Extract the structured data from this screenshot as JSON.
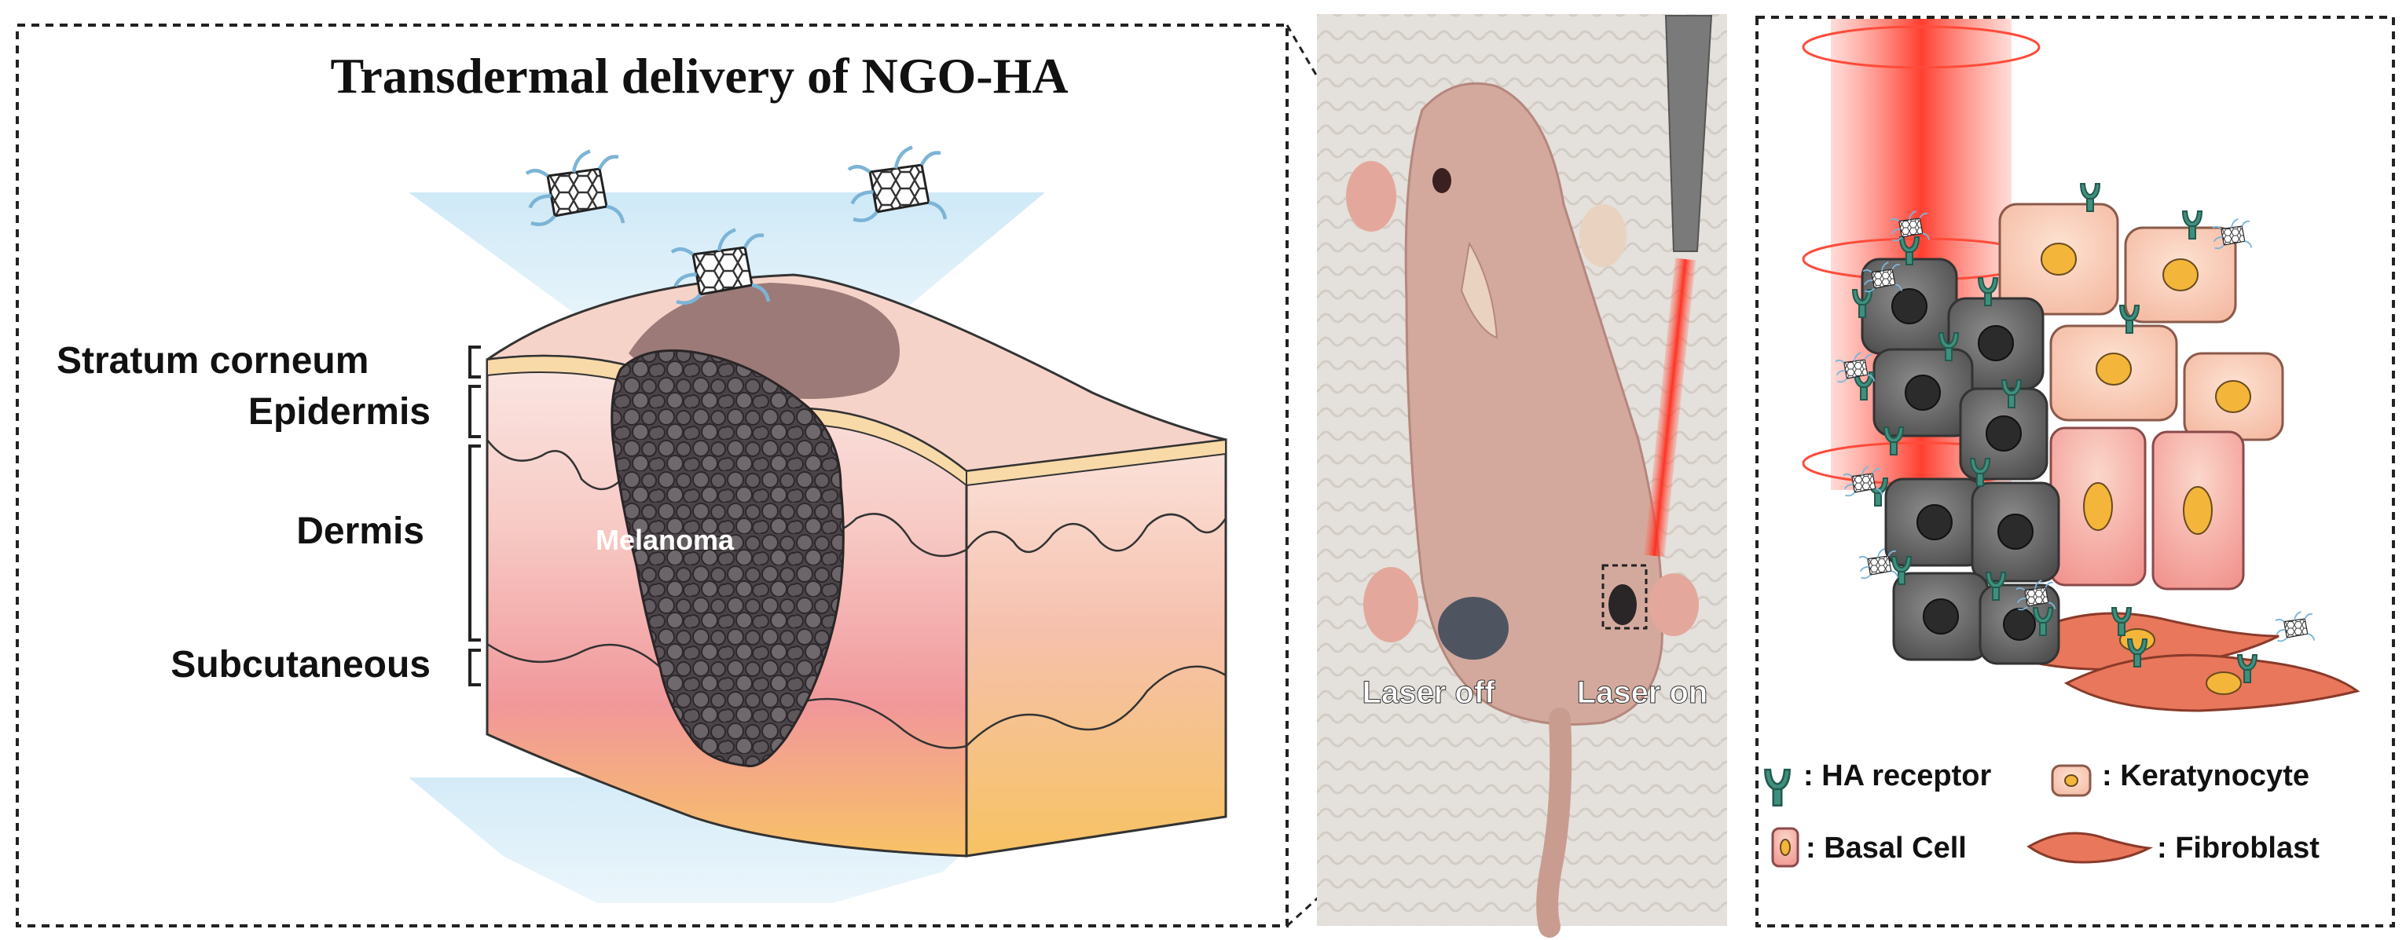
{
  "title": "Transdermal delivery of NGO-HA",
  "layers": {
    "stratum_corneum": "Stratum corneum",
    "epidermis": "Epidermis",
    "dermis": "Dermis",
    "subcutaneous": "Subcutaneous"
  },
  "tumor_label": "Melanoma",
  "photo": {
    "laser_off": "Laser off",
    "laser_on": "Laser on"
  },
  "legend": {
    "ha_receptor": ": HA receptor",
    "keratynocyte": ": Keratynocyte",
    "basal_cell": ": Basal Cell",
    "fibroblast": ": Fibroblast"
  },
  "colors": {
    "frame": "#222222",
    "laser": "#ff3b2f",
    "receptor": "#3f8f7e",
    "basal": "#5a5a5a",
    "keratinocyte": "#f7c9b0",
    "fibroblast": "#e9775b",
    "skin_top": "#f6d3c9",
    "fat": "#f7c36a",
    "tumor": "#4a4347",
    "delivery_arrow": "#bfe2f3"
  }
}
